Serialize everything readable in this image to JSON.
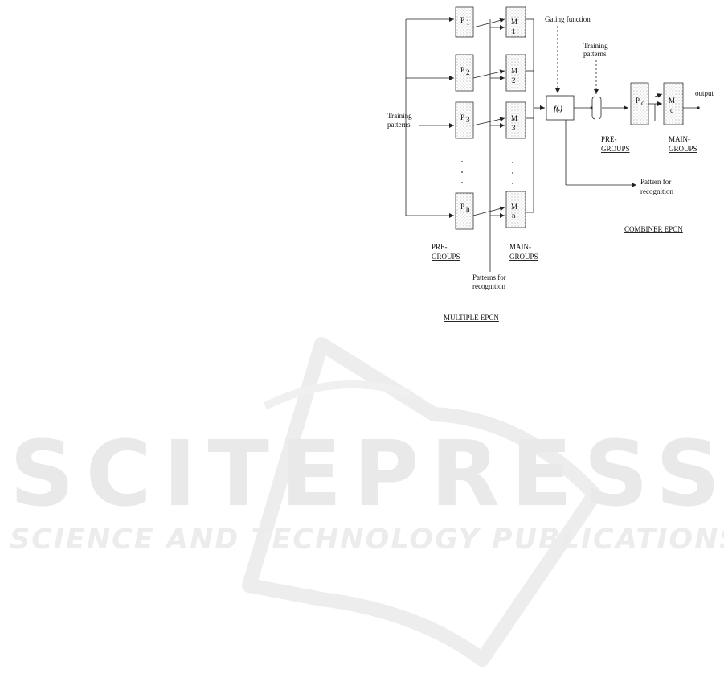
{
  "diagram": {
    "gating_function": "Gating function",
    "f_symbol": "f(.)",
    "training_patterns_left": [
      "Training",
      "patterns"
    ],
    "training_patterns_right": [
      "Training",
      "patterns"
    ],
    "pre_groups_left": [
      "PRE-",
      "GROUPS"
    ],
    "main_groups_left": [
      "MAIN-",
      "GROUPS"
    ],
    "pre_groups_right": [
      "PRE-",
      "GROUPS"
    ],
    "main_groups_right": [
      "MAIN-",
      "GROUPS"
    ],
    "patterns_for_recognition_left": [
      "Patterns for",
      "recognition"
    ],
    "pattern_for_recognition_right": [
      "Pattern for",
      "recognition"
    ],
    "output": "output",
    "multiple_epcn": "MULTIPLE EPCN",
    "combiner_epcn": "COMBINER EPCN",
    "pre_boxes": [
      {
        "letter": "P",
        "sub": "1"
      },
      {
        "letter": "P",
        "sub": "2"
      },
      {
        "letter": "P",
        "sub": "3"
      },
      {
        "letter": "P",
        "sub": "n"
      }
    ],
    "main_boxes": [
      {
        "letter": "M",
        "sub": "1"
      },
      {
        "letter": "M",
        "sub": "2"
      },
      {
        "letter": "M",
        "sub": "3"
      },
      {
        "letter": "M",
        "sub": "n"
      }
    ],
    "combiner_pre": {
      "letter": "P",
      "sub": "c"
    },
    "combiner_main": {
      "letter": "M",
      "sub": "c"
    }
  },
  "watermark": {
    "title": "SCITEPRESS",
    "subtitle": "SCIENCE AND TECHNOLOGY PUBLICATIONS"
  }
}
